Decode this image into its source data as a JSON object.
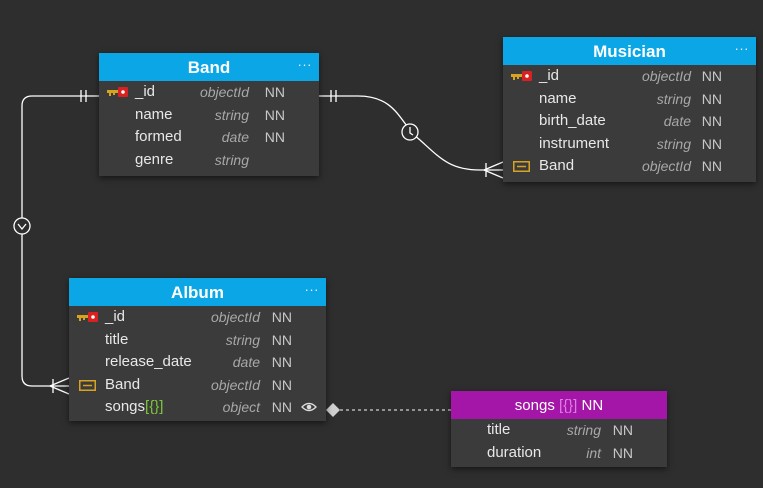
{
  "colors": {
    "canvas": "#2e2e2e",
    "entity_body": "#3b3b3b",
    "collection_header": "#0aa6e6",
    "subdocument_header": "#a416a8",
    "connector": "#ffffff",
    "bracket_green": "#7ec63a"
  },
  "entities": {
    "band": {
      "title": "Band",
      "menu": "···",
      "fields": [
        {
          "name": "_id",
          "type": "objectId",
          "nn": "NN",
          "icon": "primary-key-icon"
        },
        {
          "name": "name",
          "type": "string",
          "nn": "NN"
        },
        {
          "name": "formed",
          "type": "date",
          "nn": "NN"
        },
        {
          "name": "genre",
          "type": "string",
          "nn": ""
        }
      ]
    },
    "musician": {
      "title": "Musician",
      "menu": "···",
      "fields": [
        {
          "name": "_id",
          "type": "objectId",
          "nn": "NN",
          "icon": "primary-key-icon"
        },
        {
          "name": "name",
          "type": "string",
          "nn": "NN"
        },
        {
          "name": "birth_date",
          "type": "date",
          "nn": "NN"
        },
        {
          "name": "instrument",
          "type": "string",
          "nn": "NN"
        },
        {
          "name": "Band",
          "type": "objectId",
          "nn": "NN",
          "icon": "foreign-key-icon"
        }
      ]
    },
    "album": {
      "title": "Album",
      "menu": "···",
      "fields": [
        {
          "name": "_id",
          "type": "objectId",
          "nn": "NN",
          "icon": "primary-key-icon"
        },
        {
          "name": "title",
          "type": "string",
          "nn": "NN"
        },
        {
          "name": "release_date",
          "type": "date",
          "nn": "NN"
        },
        {
          "name": "Band",
          "type": "objectId",
          "nn": "NN",
          "icon": "foreign-key-icon"
        },
        {
          "name": "songs",
          "suffix": "[{}]",
          "type": "object",
          "nn": "NN",
          "icon": "eye-icon"
        }
      ]
    },
    "songs": {
      "title": "songs",
      "title_suffix": "[{}]",
      "title_nn": "NN",
      "fields": [
        {
          "name": "title",
          "type": "string",
          "nn": "NN"
        },
        {
          "name": "duration",
          "type": "int",
          "nn": "NN"
        }
      ]
    }
  }
}
